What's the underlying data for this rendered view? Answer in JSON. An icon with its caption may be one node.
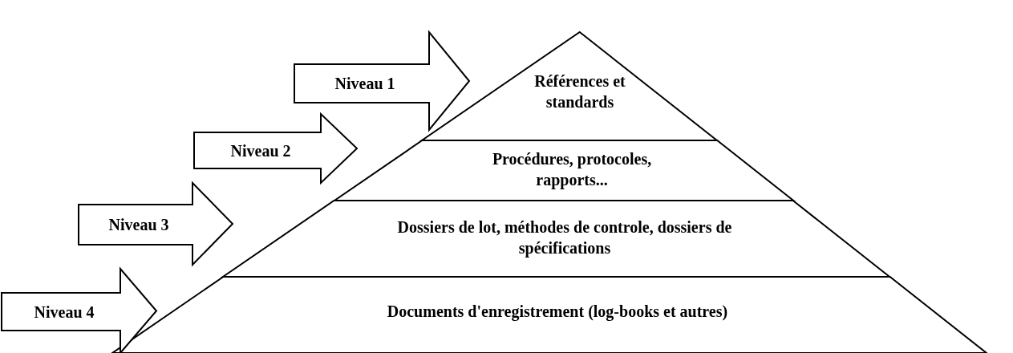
{
  "diagram": {
    "nodes": [
      {
        "text": [
          "Références et standards"
        ]
      },
      {
        "text": [
          "Procédures, protocoles, rapports..."
        ]
      },
      {
        "text": [
          "Dossiers de lot, méthodes de controle, dossiers de spécifications"
        ]
      },
      {
        "text": [
          "Documents d'enregistrement (log-books et autres)"
        ]
      }
    ],
    "edges": [
      {
        "from": null,
        "to": 0,
        "arrow": "to",
        "label": "Niveau 1"
      },
      {
        "from": null,
        "to": 1,
        "arrow": "to",
        "label": "Niveau 2"
      },
      {
        "from": null,
        "to": 2,
        "arrow": "to",
        "label": "Niveau 3"
      },
      {
        "from": null,
        "to": 3,
        "arrow": "to",
        "label": "Niveau 4"
      }
    ]
  }
}
